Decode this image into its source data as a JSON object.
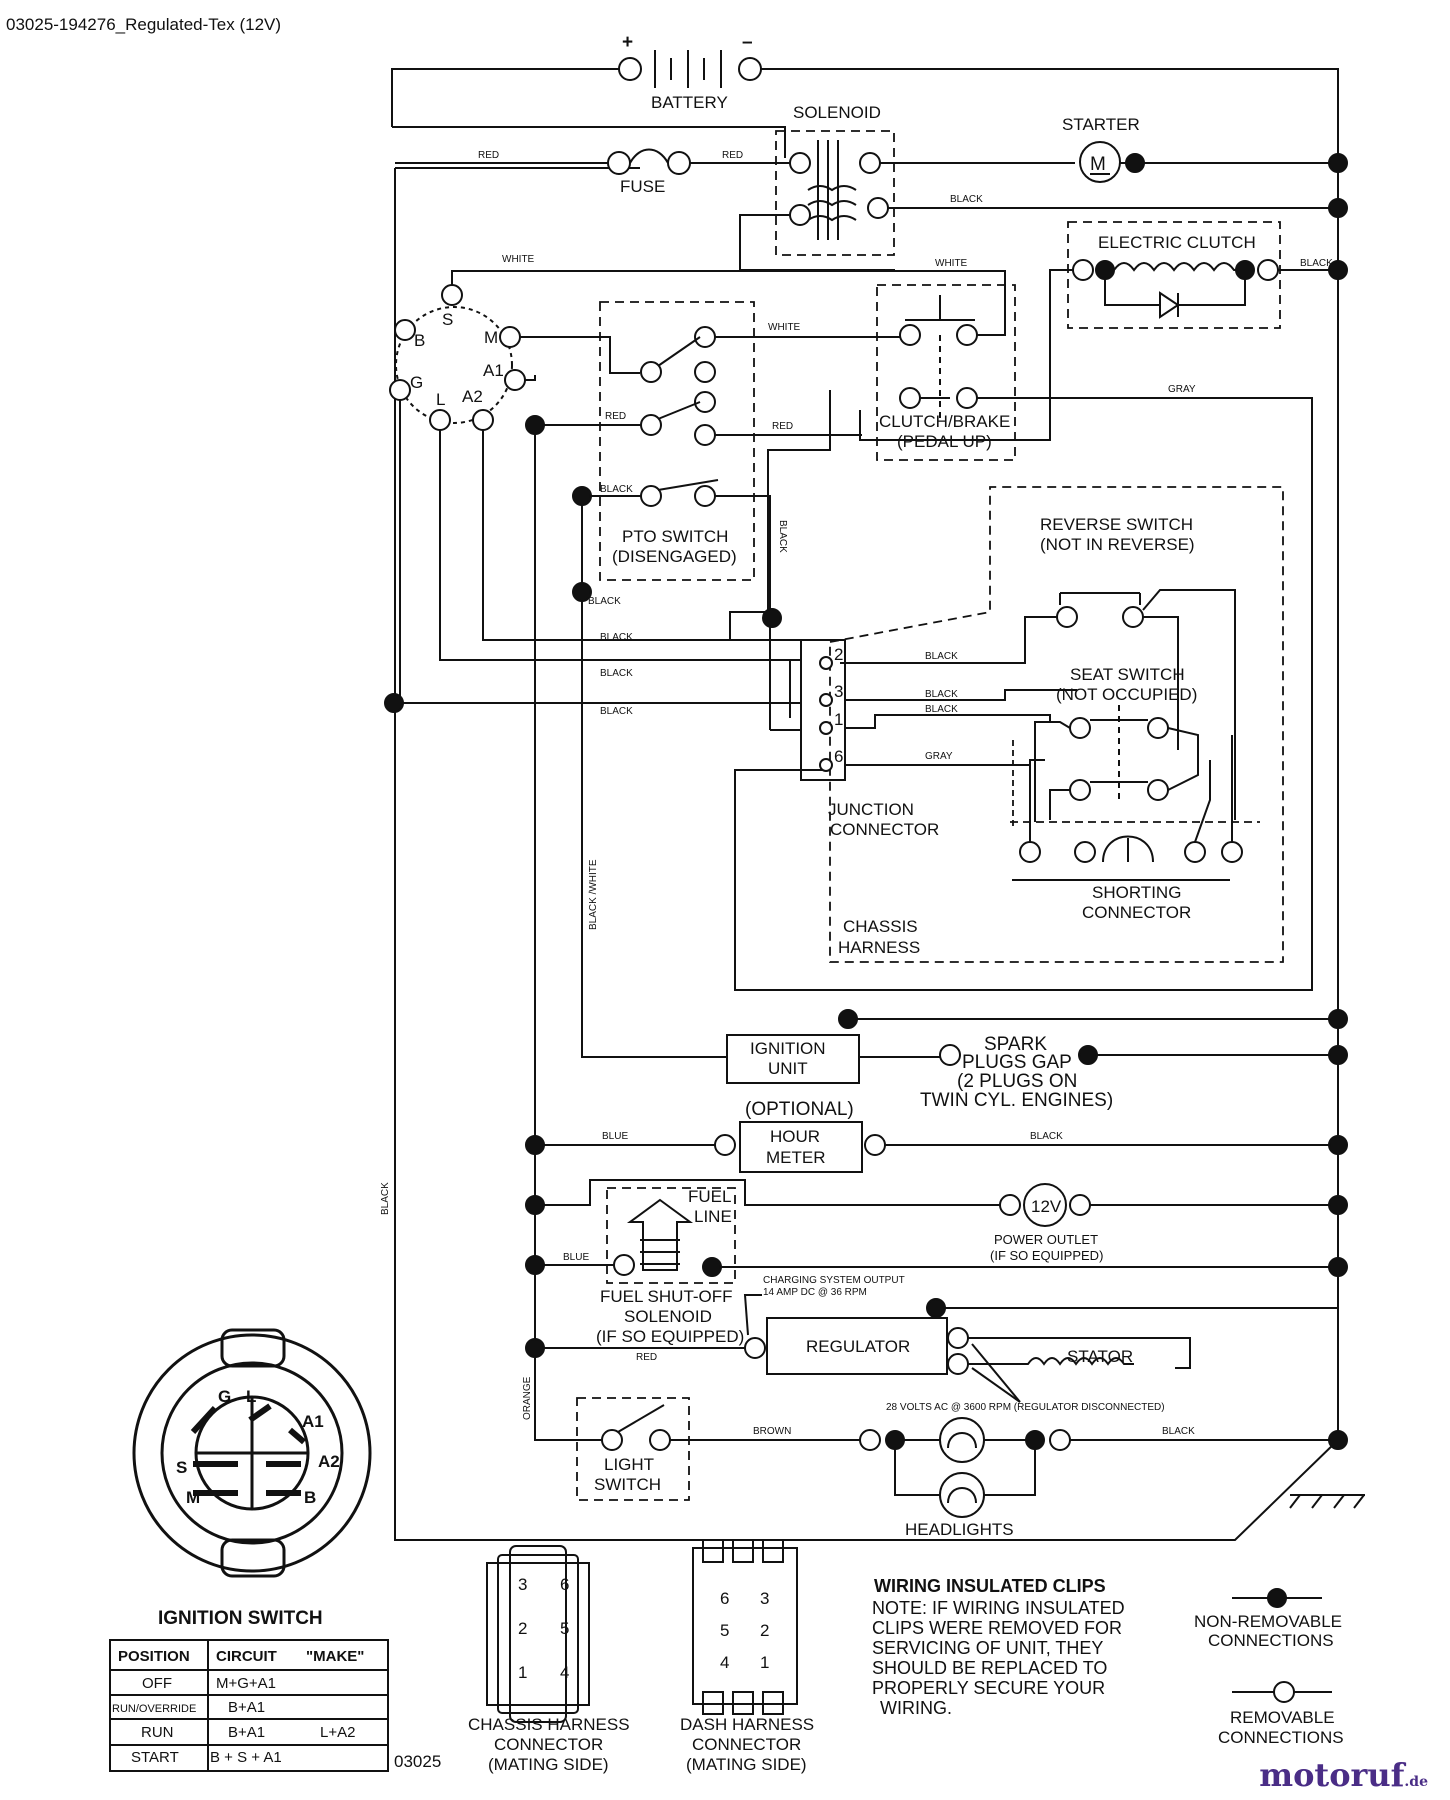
{
  "header": {
    "title": "03025-194276_Regulated-Tex (12V)"
  },
  "components": {
    "battery": "BATTERY",
    "solenoid": "SOLENOID",
    "starter": "STARTER",
    "starter_symbol": "M",
    "fuse": "FUSE",
    "electric_clutch": "ELECTRIC CLUTCH",
    "clutch_brake": [
      "CLUTCH/BRAKE",
      "(PEDAL UP)"
    ],
    "pto_switch": [
      "PTO SWITCH",
      "(DISENGAGED)"
    ],
    "reverse_switch": [
      "REVERSE SWITCH",
      "(NOT IN REVERSE)"
    ],
    "seat_switch": [
      "SEAT SWITCH",
      "(NOT OCCUPIED)"
    ],
    "junction_connector": [
      "JUNCTION",
      "CONNECTOR"
    ],
    "shorting_connector": [
      "SHORTING",
      "CONNECTOR"
    ],
    "chassis_harness": [
      "CHASSIS",
      "HARNESS"
    ],
    "ignition_unit": [
      "IGNITION",
      "UNIT"
    ],
    "spark_plugs": [
      "SPARK",
      "PLUGS GAP",
      "(2 PLUGS ON",
      "TWIN CYL. ENGINES)"
    ],
    "hour_meter": [
      "(OPTIONAL)",
      "HOUR",
      "METER"
    ],
    "fuel_line": [
      "FUEL",
      "LINE"
    ],
    "power_outlet": [
      "POWER OUTLET",
      "(IF SO EQUIPPED)"
    ],
    "power_outlet_symbol": "12V",
    "fuel_solenoid": [
      "FUEL SHUT-OFF",
      "SOLENOID",
      "(IF SO EQUIPPED)"
    ],
    "charging_note": [
      "CHARGING SYSTEM OUTPUT",
      "14 AMP DC @ 36 RPM"
    ],
    "regulator": "REGULATOR",
    "stator": "STATOR",
    "stator_note": "28 VOLTS AC @ 3600 RPM (REGULATOR DISCONNECTED)",
    "light_switch": [
      "LIGHT",
      "SWITCH"
    ],
    "headlights": "HEADLIGHTS",
    "ign_terminals": [
      "S",
      "B",
      "M",
      "A1",
      "G",
      "L",
      "A2"
    ],
    "junction_pins": [
      "2",
      "3",
      "1",
      "6"
    ]
  },
  "wire_labels": {
    "red": "RED",
    "black": "BLACK",
    "white": "WHITE",
    "gray": "GRAY",
    "blue": "BLUE",
    "brown": "BROWN",
    "orange": "ORANGE",
    "black_white": "BLACK /WHITE"
  },
  "ignition_switch": {
    "title": "IGNITION SWITCH",
    "face_letters": [
      "G",
      "L",
      "A1",
      "S",
      "A2",
      "M",
      "B"
    ],
    "table": {
      "headers": [
        "POSITION",
        "CIRCUIT",
        "\"MAKE\""
      ],
      "rows": [
        [
          "OFF",
          "M+G+A1",
          ""
        ],
        [
          "RUN/OVERRIDE",
          "B+A1",
          ""
        ],
        [
          "RUN",
          "B+A1",
          "L+A2"
        ],
        [
          "START",
          "B + S + A1",
          ""
        ]
      ]
    }
  },
  "connectors": {
    "chassis": {
      "label": [
        "CHASSIS HARNESS",
        "CONNECTOR",
        "(MATING SIDE)"
      ],
      "pins": [
        "3",
        "6",
        "2",
        "5",
        "1",
        "4"
      ]
    },
    "dash": {
      "label": [
        "DASH HARNESS",
        "CONNECTOR",
        "(MATING SIDE)"
      ],
      "pins": [
        "6",
        "3",
        "5",
        "2",
        "4",
        "1"
      ]
    }
  },
  "notes": {
    "clips_title": "WIRING INSULATED CLIPS",
    "note_lines": [
      "NOTE: IF WIRING INSULATED",
      "CLIPS WERE REMOVED FOR",
      "SERVICING OF UNIT, THEY",
      "SHOULD BE REPLACED TO",
      "PROPERLY SECURE YOUR",
      "WIRING."
    ]
  },
  "legend": {
    "non_removable": [
      "NON-REMOVABLE",
      "CONNECTIONS"
    ],
    "removable": [
      "REMOVABLE",
      "CONNECTIONS"
    ]
  },
  "footer_code": "03025",
  "watermark": {
    "main": "motoruf",
    "suffix": ".de"
  }
}
